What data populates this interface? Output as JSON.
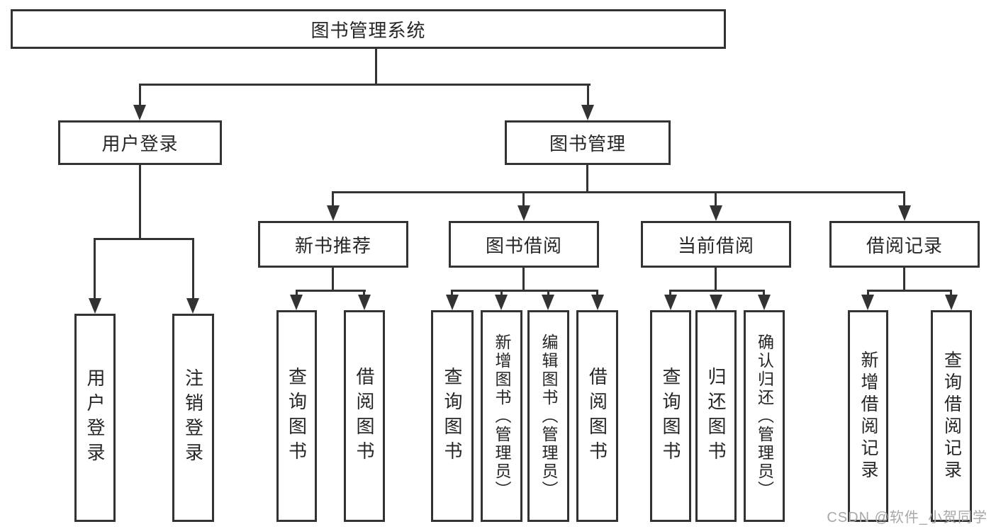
{
  "diagram": {
    "root_label": "图书管理系统",
    "level2": {
      "user_login": "用户登录",
      "book_management": "图书管理"
    },
    "level3": {
      "new_book_recommend": "新书推荐",
      "book_borrowing": "图书借阅",
      "current_borrowing": "当前借阅",
      "borrowing_records": "借阅记录"
    },
    "leaves": {
      "user_login": [
        "用户登录",
        "注销登录"
      ],
      "new_book_recommend": [
        "查询图书",
        "借阅图书"
      ],
      "book_borrowing": [
        "查询图书",
        "新增图书（管理员）",
        "编辑图书（管理员）",
        "借阅图书"
      ],
      "current_borrowing": [
        "查询图书",
        "归还图书",
        "确认归还（管理员）"
      ],
      "borrowing_records": [
        "新增借阅记录",
        "查询借阅记录"
      ]
    },
    "watermark": "CSDN @软件_小贺同学",
    "colors": {
      "line": "#333333",
      "text": "#262626",
      "watermark": "#a8a8a8",
      "background": "#ffffff"
    }
  }
}
